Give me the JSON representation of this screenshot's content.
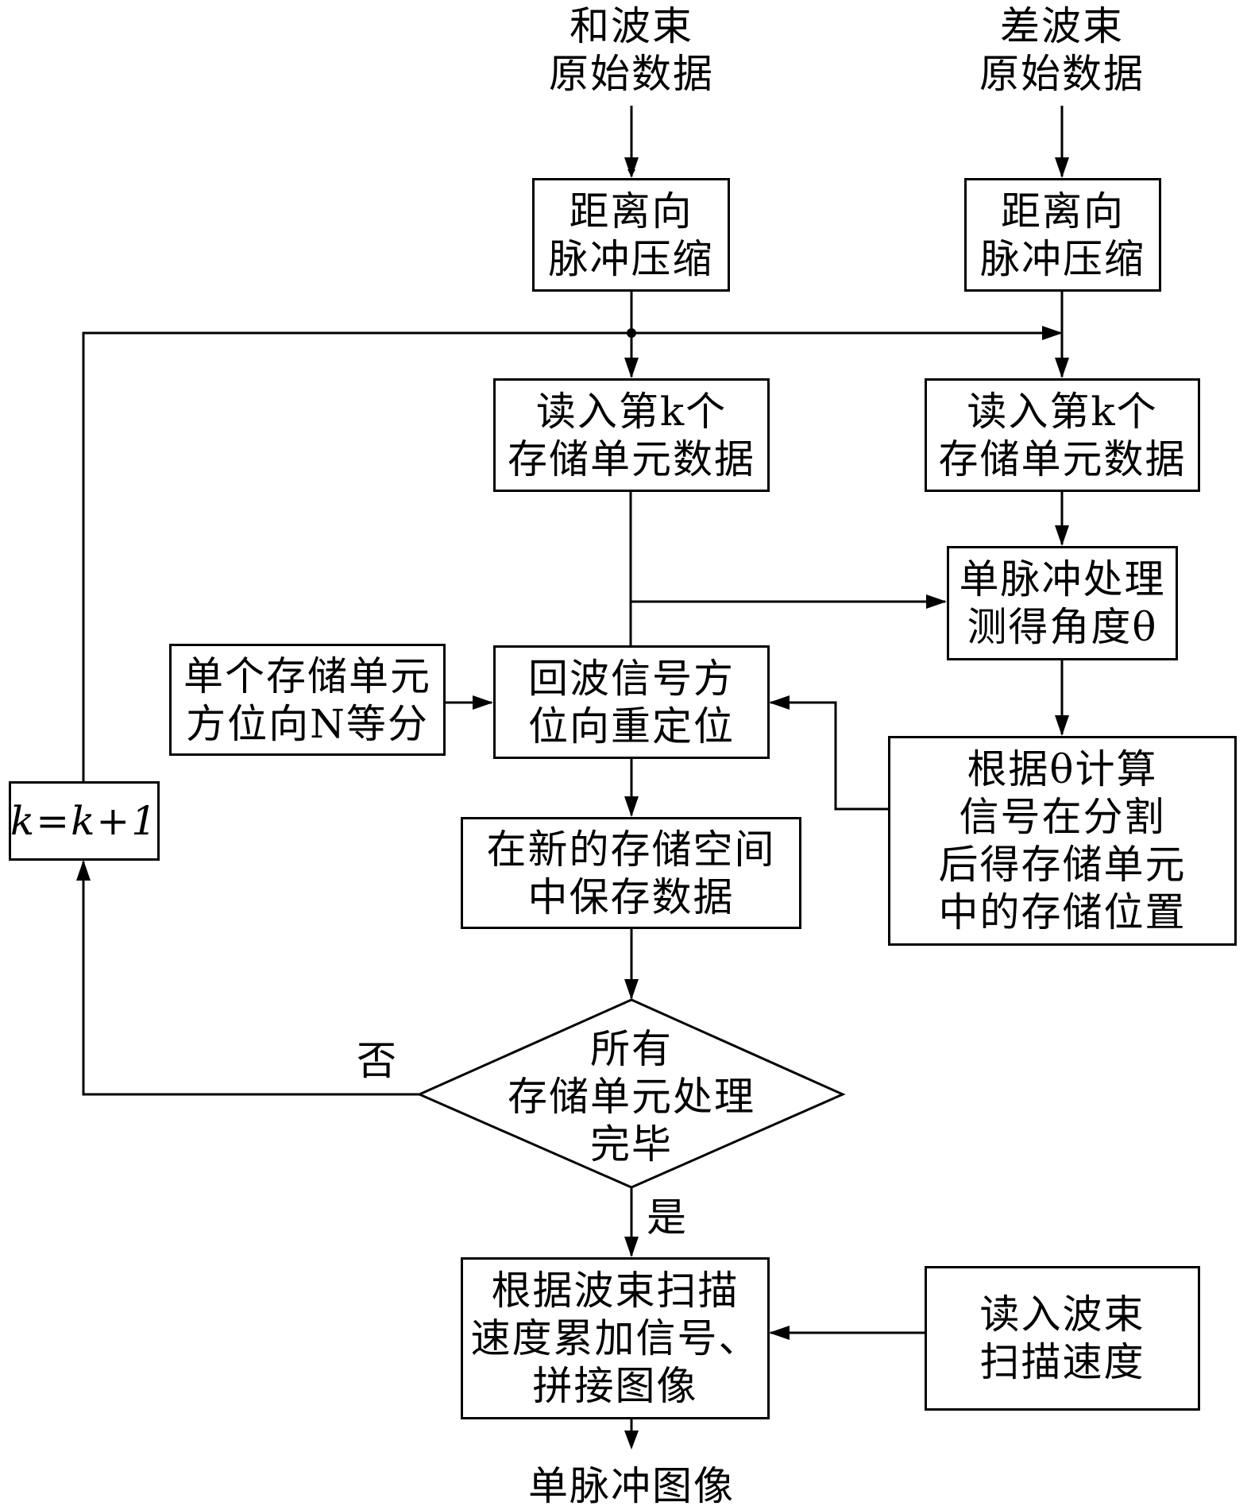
{
  "inputs": {
    "sum_beam": [
      "和波束",
      "原始数据"
    ],
    "diff_beam": [
      "差波束",
      "原始数据"
    ]
  },
  "nodes": {
    "sum_range_compress": [
      "距离向",
      "脉冲压缩"
    ],
    "diff_range_compress": [
      "距离向",
      "脉冲压缩"
    ],
    "sum_read_cell": [
      "读入第k个",
      "存储单元数据"
    ],
    "diff_read_cell": [
      "读入第k个",
      "存储单元数据"
    ],
    "monopulse": [
      "单脉冲处理",
      "测得角度θ"
    ],
    "split_cell": [
      "单个存储单元",
      "方位向N等分"
    ],
    "reposition": [
      "回波信号方",
      "位向重定位"
    ],
    "compute_position": [
      "根据θ计算",
      "信号在分割",
      "后得存储单元",
      "中的存储位置"
    ],
    "save_data": [
      "在新的存储空间",
      "中保存数据"
    ],
    "counter": "k=k+1",
    "decision": [
      "所有",
      "存储单元处理",
      "完毕"
    ],
    "accumulate": [
      "根据波束扫描",
      "速度累加信号、",
      "拼接图像"
    ],
    "read_scan_speed": [
      "读入波束",
      "扫描速度"
    ]
  },
  "edge_labels": {
    "no": "否",
    "yes": "是"
  },
  "output": "单脉冲图像"
}
